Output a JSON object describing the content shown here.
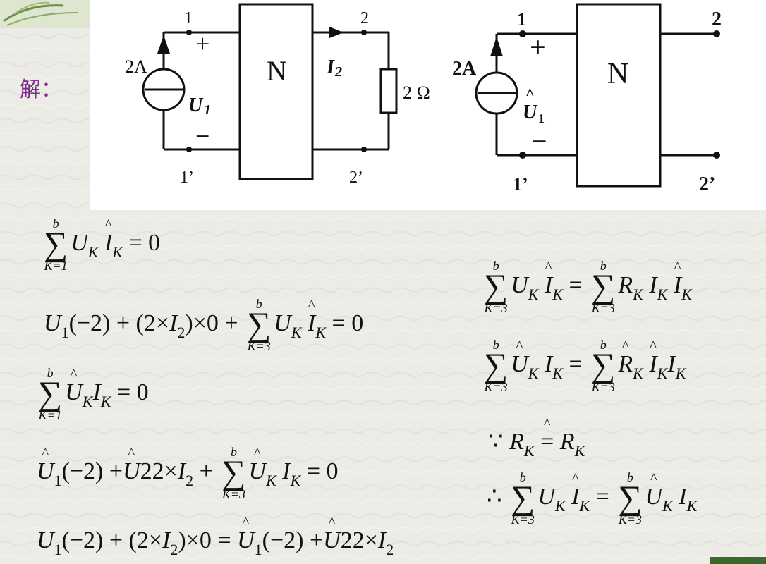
{
  "solve_label": "解：",
  "circuit1": {
    "source": "2A",
    "voltage": "U",
    "voltage_sub": "1",
    "plus": "+",
    "minus": "−",
    "node_1": "1",
    "node_1p": "1’",
    "node_2": "2",
    "node_2p": "2’",
    "network": "N",
    "current": "I",
    "current_sub": "2",
    "resistor": "2 Ω"
  },
  "circuit2": {
    "source": "2A",
    "voltage": "U",
    "voltage_sub": "1",
    "plus": "+",
    "minus": "−",
    "node_1": "1",
    "node_1p": "1’",
    "node_2": "2",
    "node_2p": "2’",
    "network": "N"
  },
  "sum": {
    "upper": "b",
    "lower_1": "K=1",
    "lower_3": "K=3"
  },
  "eq_left": {
    "e1_rhs": "= 0",
    "e2_a": "U",
    "e2_a_sub": "1",
    "e2_b": "(−2) + (2×",
    "e2_c": "I",
    "e2_c_sub": "2",
    "e2_d": ")×0 +",
    "e2_rhs": "= 0",
    "e3_rhs": "= 0",
    "e4_a": "(−2) +",
    "e4_b": "2×",
    "e4_c": "I",
    "e4_c_sub": "2",
    "e4_plus": "+",
    "e4_rhs": "= 0",
    "e5_a": "U",
    "e5_a_sub": "1",
    "e5_b": "(−2) + (2×",
    "e5_c": "I",
    "e5_c_sub": "2",
    "e5_d": ")×0 =",
    "e5_e": "(−2) +",
    "e5_f": "2×",
    "e5_g": "I",
    "e5_g_sub": "2"
  },
  "eq_right": {
    "because": "∵",
    "therefore": "∴",
    "eq_sign": "="
  },
  "symbols": {
    "U": "U",
    "I": "I",
    "R": "R",
    "K": "K",
    "one": "1",
    "two": "2"
  }
}
